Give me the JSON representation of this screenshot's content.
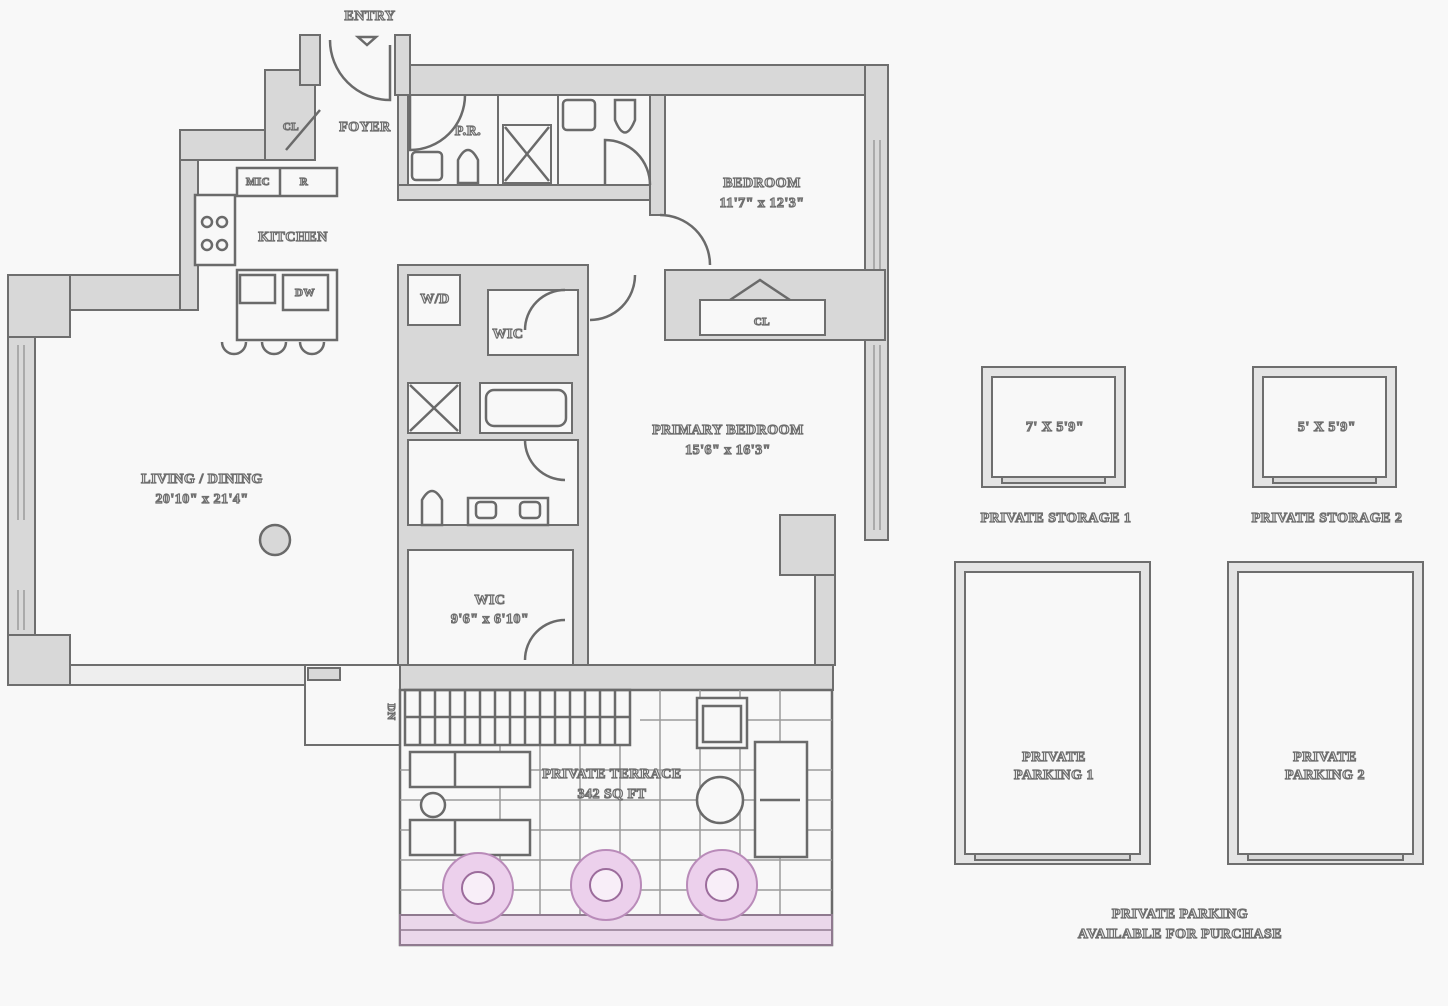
{
  "plan": {
    "entry": "ENTRY",
    "foyer": "FOYER",
    "closet_foyer": "CL",
    "powder_room": "P.R.",
    "microwave": "MIC",
    "refrigerator": "R",
    "kitchen": "KITCHEN",
    "dishwasher": "DW",
    "washer_dryer": "W/D",
    "wic_small": "WIC",
    "bedroom": {
      "name": "BEDROOM",
      "dims": "11'7\" x 12'3\""
    },
    "closet_bedroom": "CL",
    "primary_bedroom": {
      "name": "PRIMARY BEDROOM",
      "dims": "15'6\" x 16'3\""
    },
    "living_dining": {
      "name": "LIVING / DINING",
      "dims": "20'10\" x 21'4\""
    },
    "wic_large": {
      "name": "WIC",
      "dims": "9'6\" x 6'10\""
    },
    "stairs_down": "DN",
    "terrace": {
      "name": "PRIVATE TERRACE",
      "area": "342 SQ FT"
    }
  },
  "extras": {
    "storage_1": {
      "name": "PRIVATE STORAGE 1",
      "dims": "7' X 5'9\""
    },
    "storage_2": {
      "name": "PRIVATE STORAGE 2",
      "dims": "5' X 5'9\""
    },
    "parking_1": {
      "line1": "PRIVATE",
      "line2": "PARKING 1"
    },
    "parking_2": {
      "line1": "PRIVATE",
      "line2": "PARKING 2"
    },
    "note": {
      "line1": "PRIVATE PARKING",
      "line2": "AVAILABLE FOR PURCHASE"
    }
  },
  "colors": {
    "wall": "#d8d8d8",
    "line": "#6e6e6e",
    "planter": "#ecd0ec"
  }
}
